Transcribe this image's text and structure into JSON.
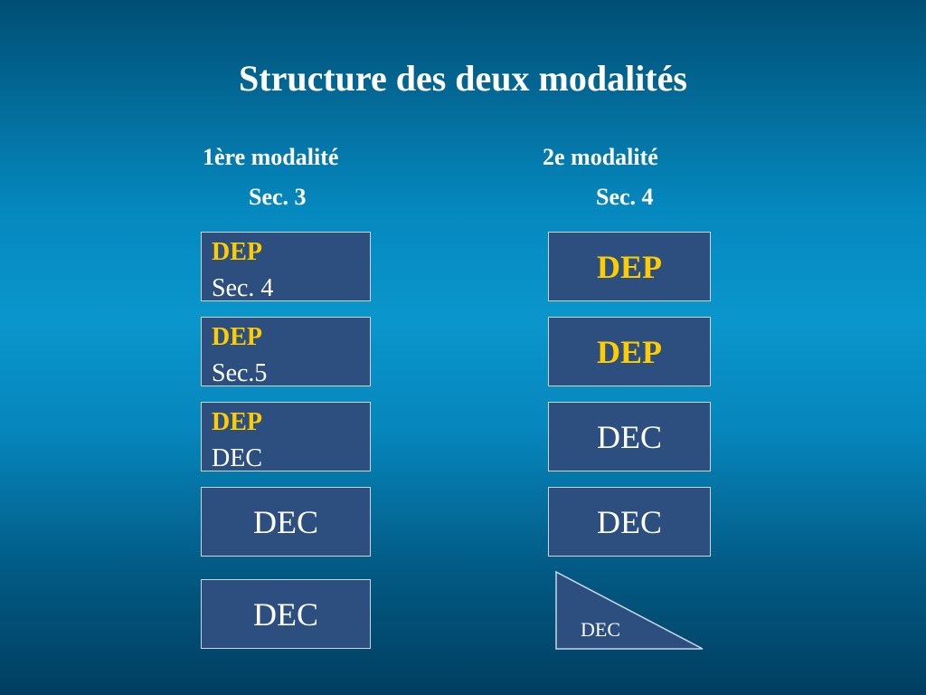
{
  "title": "Structure des deux modalités",
  "columns": [
    {
      "heading": "1ère modalité",
      "sub": "Sec. 3",
      "boxes": [
        {
          "line1": "DEP",
          "line2": "Sec. 4"
        },
        {
          "line1": "DEP",
          "line2": "Sec.5"
        },
        {
          "line1": "DEP",
          "line2": "DEC"
        },
        {
          "label": "DEC"
        },
        {
          "label": "DEC"
        }
      ]
    },
    {
      "heading": "2e modalité",
      "sub": "Sec. 4",
      "boxes": [
        {
          "label": "DEP"
        },
        {
          "label": "DEP"
        },
        {
          "label": "DEC"
        },
        {
          "label": "DEC"
        }
      ],
      "triangle": {
        "label": "DEC"
      }
    }
  ],
  "colors": {
    "box_fill": "#2d4f7f",
    "box_border": "#c9d6e6",
    "accent_yellow": "#ffcc00",
    "text_white": "#ffffff"
  }
}
